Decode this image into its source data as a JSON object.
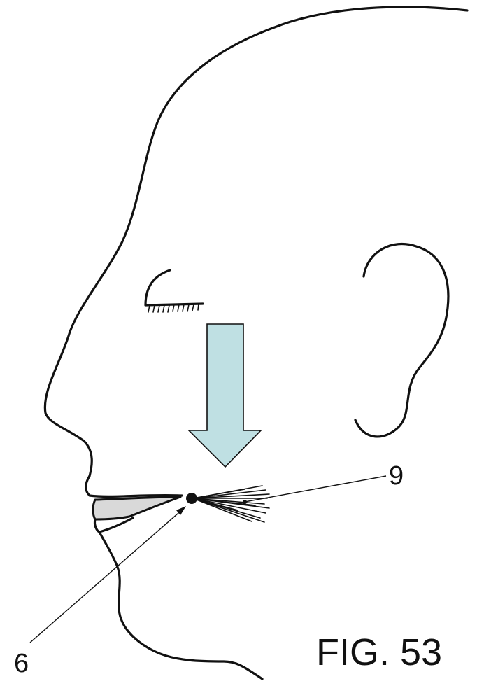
{
  "figure": {
    "caption": "FIG. 53",
    "reference_labels": {
      "point": "6",
      "fibers": "9"
    }
  },
  "colors": {
    "line": "#111111",
    "arrow_fill": "#bfe0e3",
    "lip_gap_fill": "#d9d9d9"
  }
}
